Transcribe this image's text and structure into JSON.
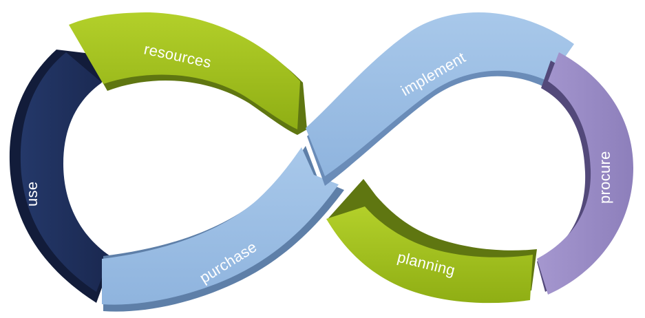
{
  "diagram": {
    "segments": {
      "resources": {
        "label": "resources",
        "color": "#9bbb1c"
      },
      "use": {
        "label": "use",
        "color": "#1f2f5c"
      },
      "purchase": {
        "label": "purchase",
        "color": "#9bbde3"
      },
      "implement": {
        "label": "implement",
        "color": "#9bbde3"
      },
      "procure": {
        "label": "procure",
        "color": "#9a8bc4"
      },
      "planning": {
        "label": "planning",
        "color": "#9bbb1c"
      }
    }
  }
}
